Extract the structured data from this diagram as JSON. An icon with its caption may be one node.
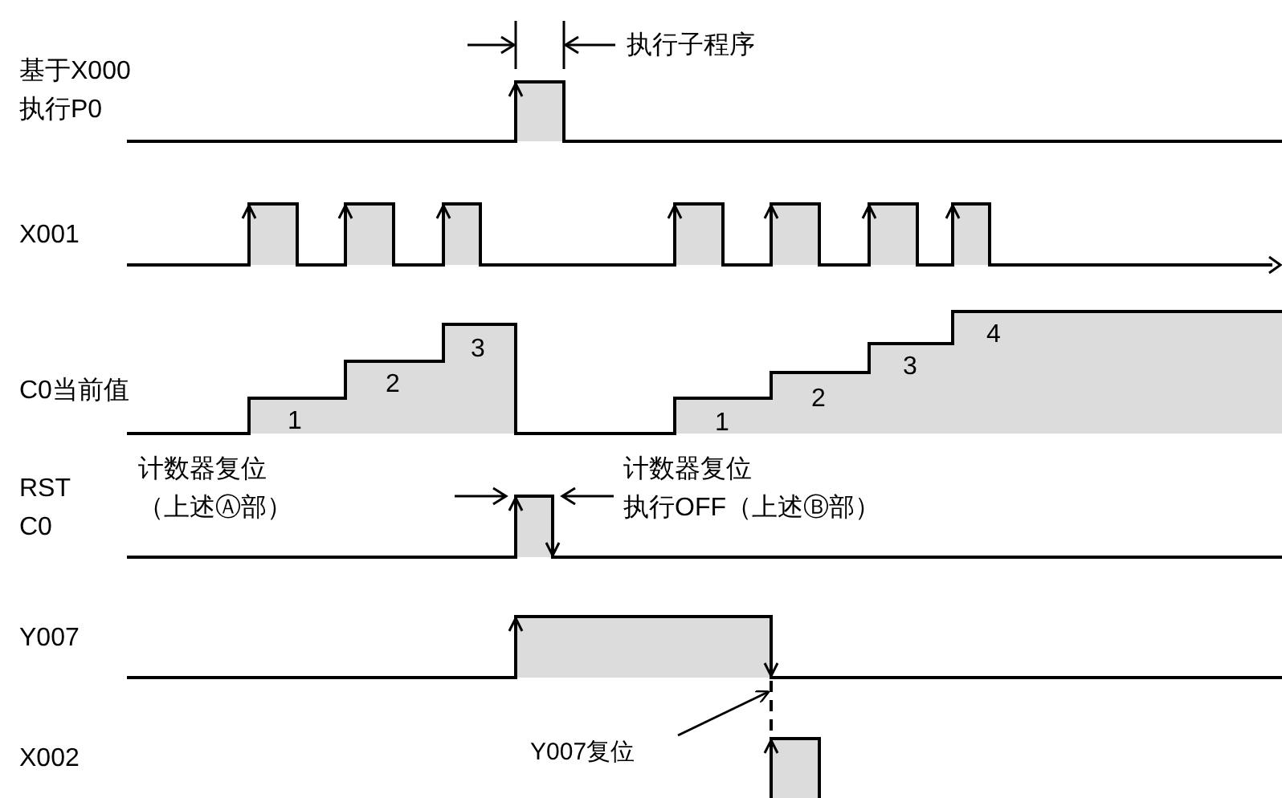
{
  "diagram": {
    "nodes": [
      {
        "text": [
          "Y007复位"
        ]
      },
      {
        "text": [],
        "shape": "line"
      }
    ],
    "edges": [
      {
        "from": 0,
        "to": 1,
        "arrow": "to"
      }
    ],
    "labels": [
      "执行子程序",
      "基于X000 执行P0",
      "X001",
      "C0当前值",
      "1",
      "2",
      "3",
      "1",
      "2",
      "3",
      "4",
      "RST C0",
      "计数器复位（上述Ⓐ部）",
      "计数器复位执行OFF（上述Ⓑ部）",
      "Y007",
      "X002"
    ]
  }
}
